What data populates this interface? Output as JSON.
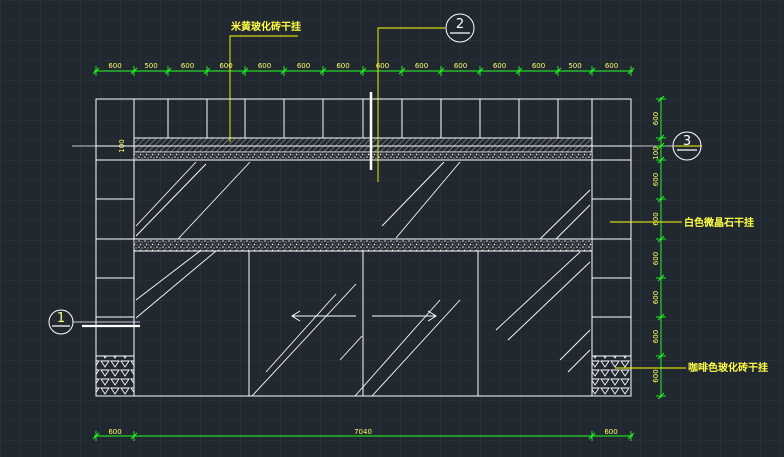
{
  "drawing": {
    "top_dims": [
      "600",
      "500",
      "600",
      "600",
      "600",
      "600",
      "600",
      "600",
      "600",
      "600",
      "600",
      "600",
      "500",
      "600"
    ],
    "bottom_dims": [
      "600",
      "7040",
      "600"
    ],
    "right_dims": [
      "600",
      "100",
      "600",
      "600",
      "600",
      "600",
      "600",
      "600"
    ],
    "small_dim": "100",
    "label_top": "米黄玻化砖干挂",
    "label_right_1": "白色微晶石干挂",
    "label_right_2": "咖啡色玻化砖干挂",
    "marker_1": "1",
    "marker_2": "2",
    "marker_3": "3"
  },
  "colors": {
    "background": "#212830",
    "grid": "#2b333d",
    "lines": "#ffffff",
    "dimension": "#22ff22",
    "annotation": "#ffff00"
  }
}
